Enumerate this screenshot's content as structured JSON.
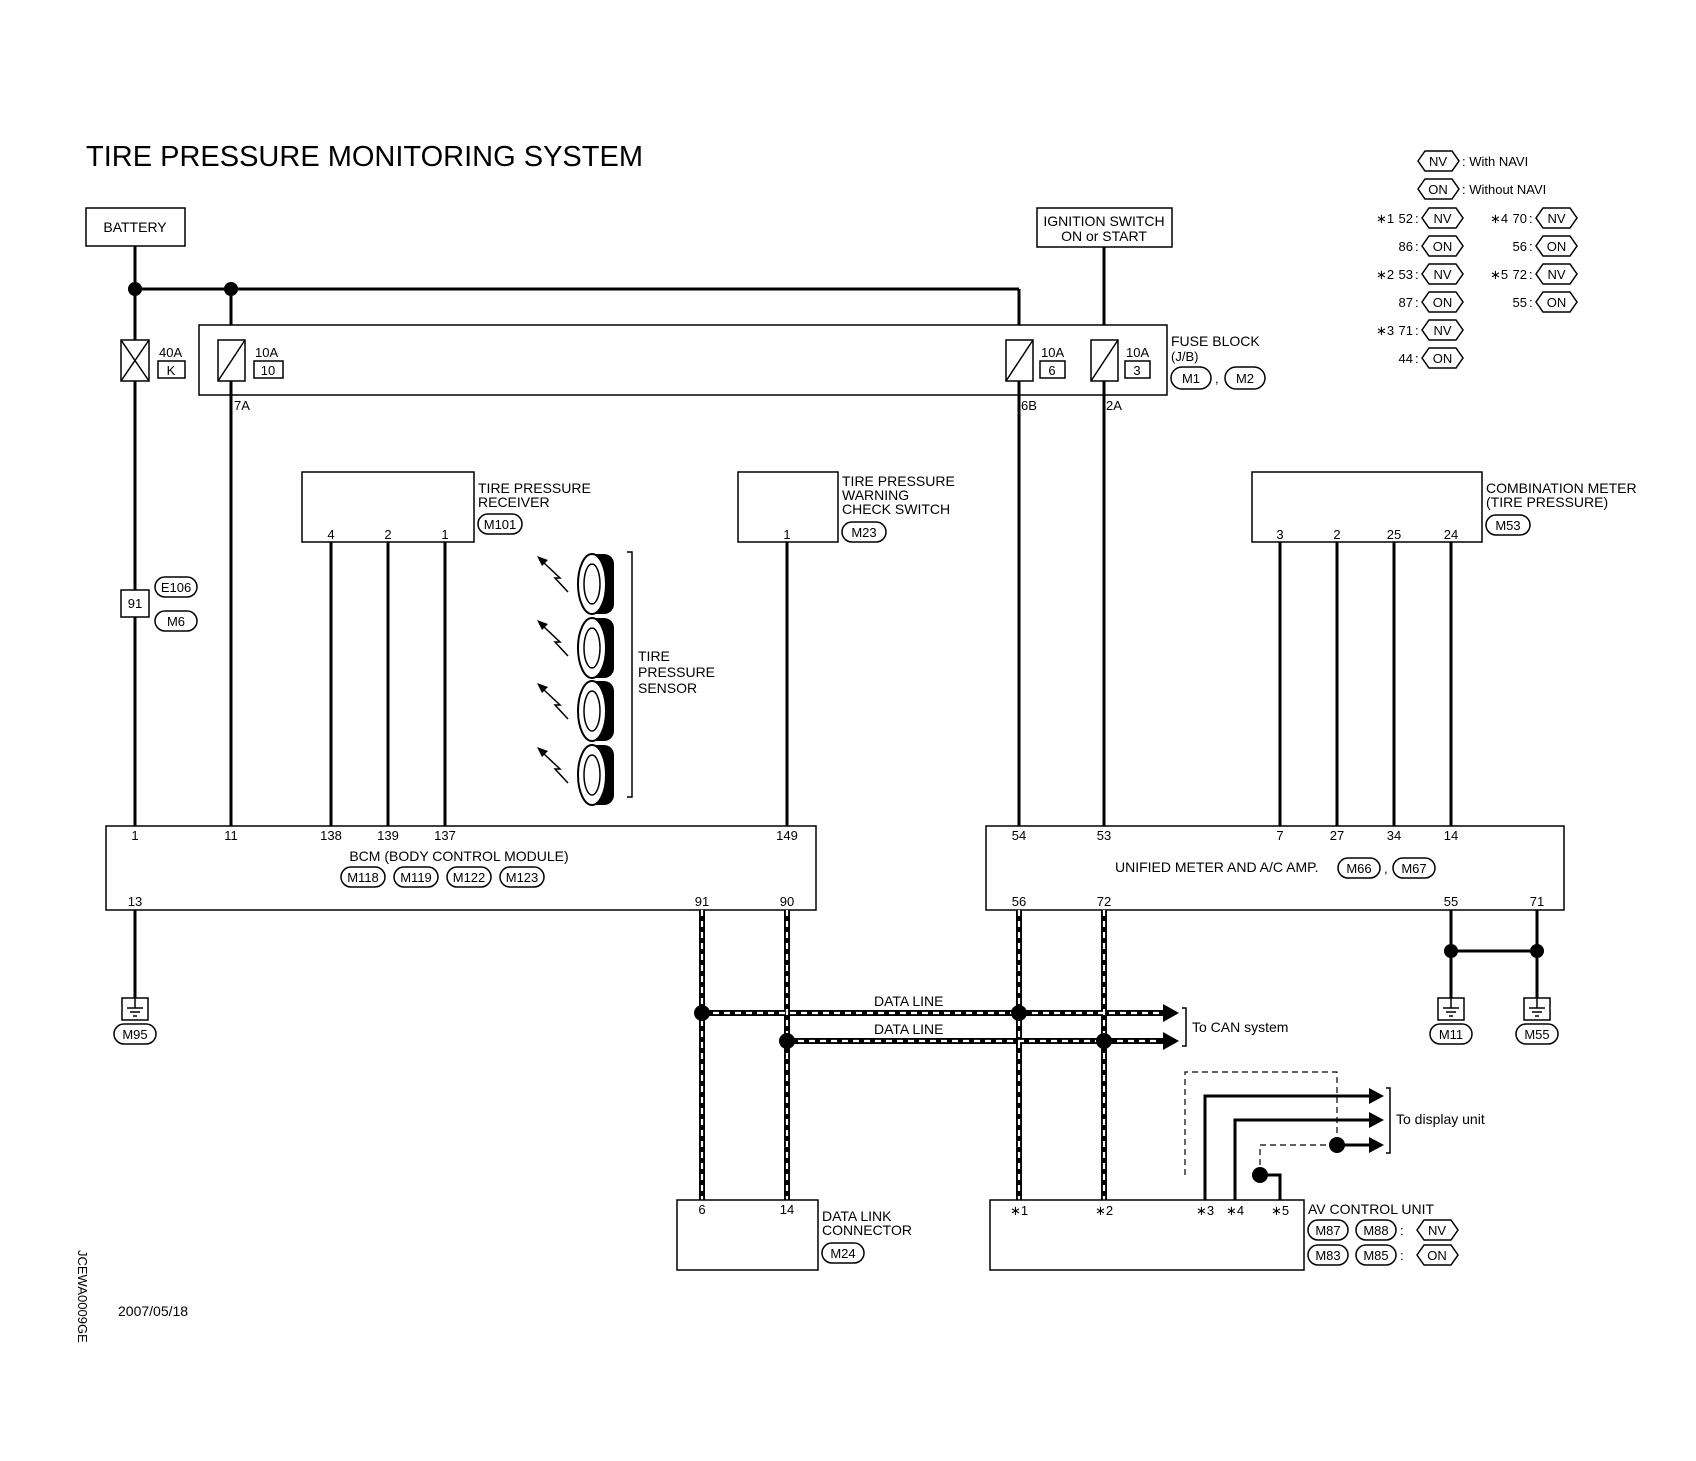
{
  "title": "TIRE PRESSURE MONITORING SYSTEM",
  "battery": "BATTERY",
  "ignition": {
    "line1": "IGNITION SWITCH",
    "line2": "ON or START"
  },
  "fuse_block": {
    "label1": "FUSE BLOCK",
    "label2": "(J/B)",
    "connectors": [
      "M1",
      "M2"
    ],
    "fuses": [
      {
        "amp": "10A",
        "num": "10",
        "pin": "7A"
      },
      {
        "amp": "10A",
        "num": "6",
        "pin": "6B"
      },
      {
        "amp": "10A",
        "num": "3",
        "pin": "2A"
      }
    ]
  },
  "fusible_link": {
    "amp": "40A",
    "letter": "K"
  },
  "harness_connector": {
    "pin": "91",
    "connectors": [
      "E106",
      "M6"
    ]
  },
  "tpms_receiver": {
    "line1": "TIRE PRESSURE",
    "line2": "RECEIVER",
    "connector": "M101",
    "pins": [
      "4",
      "2",
      "1"
    ]
  },
  "check_switch": {
    "line1": "TIRE PRESSURE",
    "line2": "WARNING",
    "line3": "CHECK SWITCH",
    "connector": "M23",
    "pin": "1"
  },
  "tire_sensor": {
    "line1": "TIRE",
    "line2": "PRESSURE",
    "line3": "SENSOR"
  },
  "combination_meter": {
    "line1": "COMBINATION METER",
    "line2": "(TIRE PRESSURE)",
    "connector": "M53",
    "pins": [
      "3",
      "2",
      "25",
      "24"
    ]
  },
  "bcm": {
    "name": "BCM (BODY CONTROL MODULE)",
    "connectors": [
      "M118",
      "M119",
      "M122",
      "M123"
    ],
    "top_pins": [
      "1",
      "11",
      "138",
      "139",
      "137",
      "149"
    ],
    "bottom_pins": [
      "13",
      "91",
      "90"
    ]
  },
  "unified_meter": {
    "name": "UNIFIED METER AND A/C AMP.",
    "connectors": [
      "M66",
      "M67"
    ],
    "top_pins": [
      "54",
      "53",
      "7",
      "27",
      "34",
      "14"
    ],
    "bottom_pins": [
      "56",
      "72",
      "55",
      "71"
    ]
  },
  "grounds": [
    "M95",
    "M11",
    "M55"
  ],
  "data_line": "DATA LINE",
  "to_can": "To CAN system",
  "to_display": "To display unit",
  "dlc": {
    "line1": "DATA LINK",
    "line2": "CONNECTOR",
    "connector": "M24",
    "pins": [
      "6",
      "14"
    ]
  },
  "av_unit": {
    "name": "AV CONTROL UNIT",
    "row1": [
      "M87",
      "M88"
    ],
    "row1_tag": "NV",
    "row2": [
      "M83",
      "M85"
    ],
    "row2_tag": "ON",
    "pins": [
      "∗1",
      "∗2",
      "∗3",
      "∗4",
      "∗5"
    ]
  },
  "legend": {
    "nv": {
      "tag": "NV",
      "text": ": With NAVI"
    },
    "on": {
      "tag": "ON",
      "text": ": Without NAVI"
    },
    "rows": [
      {
        "star": "∗1",
        "pin": "52",
        "tag": "NV"
      },
      {
        "star": "",
        "pin": "86",
        "tag": "ON"
      },
      {
        "star": "∗2",
        "pin": "53",
        "tag": "NV"
      },
      {
        "star": "",
        "pin": "87",
        "tag": "ON"
      },
      {
        "star": "∗3",
        "pin": "71",
        "tag": "NV"
      },
      {
        "star": "",
        "pin": "44",
        "tag": "ON"
      },
      {
        "star": "∗4",
        "pin": "70",
        "tag": "NV"
      },
      {
        "star": "",
        "pin": "56",
        "tag": "ON"
      },
      {
        "star": "∗5",
        "pin": "72",
        "tag": "NV"
      },
      {
        "star": "",
        "pin": "55",
        "tag": "ON"
      }
    ]
  },
  "code": "JCEWA0009GE",
  "date": "2007/05/18"
}
